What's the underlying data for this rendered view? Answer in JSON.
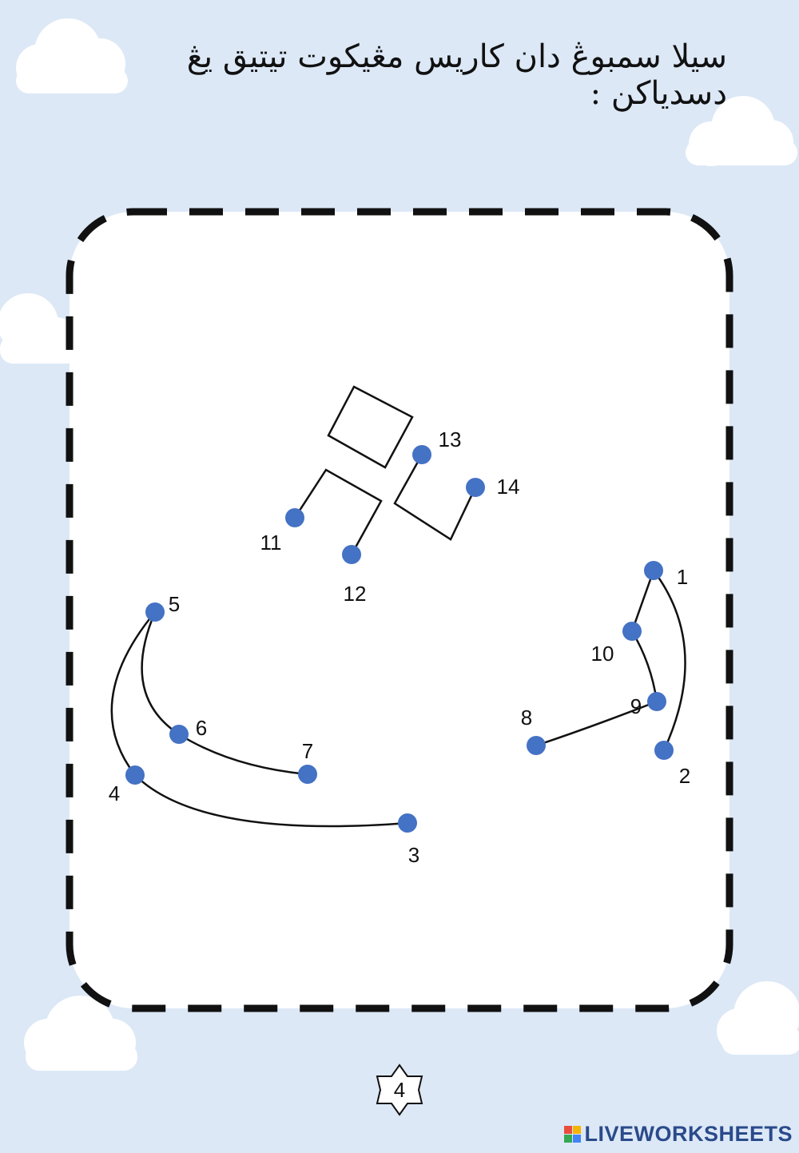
{
  "instruction": "سيلا سمبوڠ دان كاريس مڠيكوت تيتيق يڠ دسدياكن :",
  "dots": [
    {
      "label": "1"
    },
    {
      "label": "2"
    },
    {
      "label": "3"
    },
    {
      "label": "4"
    },
    {
      "label": "5"
    },
    {
      "label": "6"
    },
    {
      "label": "7"
    },
    {
      "label": "8"
    },
    {
      "label": "9"
    },
    {
      "label": "10"
    },
    {
      "label": "11"
    },
    {
      "label": "12"
    },
    {
      "label": "13"
    },
    {
      "label": "14"
    }
  ],
  "page_number": "4",
  "brand": "LIVEWORKSHEETS",
  "colors": {
    "background": "#dce8f6",
    "dot": "#4472c4",
    "frame": "#111111",
    "brand": "#2b4a8b"
  }
}
